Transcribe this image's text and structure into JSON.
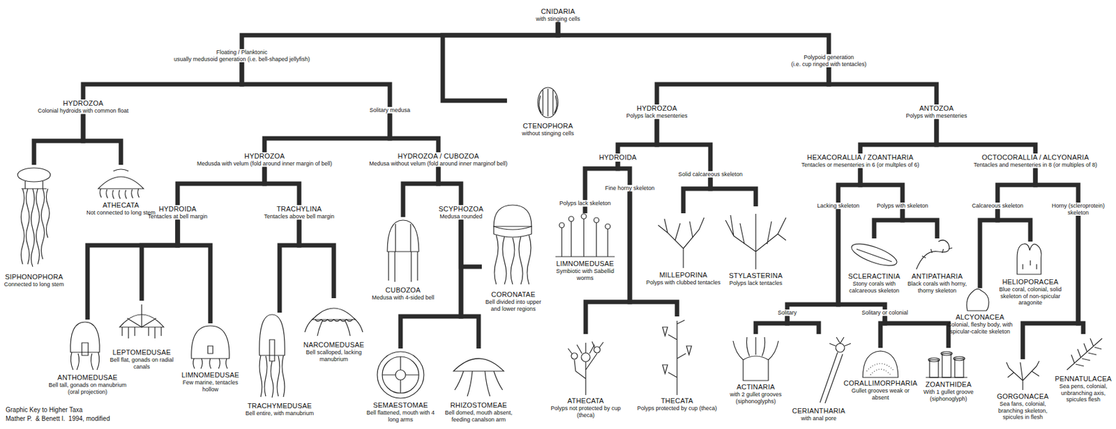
{
  "diagram": {
    "nodes": [
      {
        "text": [
          "CNIDARIA",
          "with stinging cells"
        ]
      },
      {
        "text": [
          "Floating / Planktonic",
          "usually medusoid generation (i.e. bell-shaped jellyfish)"
        ]
      },
      {
        "text": [
          "CTENOPHORA",
          "without stinging cells"
        ]
      },
      {
        "text": [
          "Polypoid generation",
          "(i.e. cup ringed with tentacles)"
        ]
      },
      {
        "text": [
          "HYDROZOA",
          "Colonial hydroids with common float"
        ]
      },
      {
        "text": [
          "Solitary medusa"
        ]
      },
      {
        "text": [
          "SIPHONOPHORA",
          "Connected to long stem"
        ]
      },
      {
        "text": [
          "ATHECATA",
          "Not connected to long stem"
        ]
      },
      {
        "text": [
          "HYDROZOA",
          "Medusda with velum (fold around inner margin of bell)"
        ]
      },
      {
        "text": [
          "HYDROZOA / CUBOZOA",
          "Medusa without velum (fold around inner marginof bell)"
        ]
      },
      {
        "text": [
          "HYDROIDA",
          "Tentacles at bell margin"
        ]
      },
      {
        "text": [
          "TRACHYLINA",
          "Tentacles above bell margin"
        ]
      },
      {
        "text": [
          "CUBOZOA",
          "Medusa with 4-sided bell"
        ]
      },
      {
        "text": [
          "SCYPHOZOA",
          "Medusa rounded"
        ]
      },
      {
        "text": [
          "CORONATAE",
          "Bell divided into upper and lower regions"
        ]
      },
      {
        "text": [
          "ANTHOMEDUSAE",
          "Bell tall, gonads on manubrium (oral projection)"
        ]
      },
      {
        "text": [
          "LEPTOMEDUSAE",
          "Bell flat, gonads on radial canals"
        ]
      },
      {
        "text": [
          "LIMNOMEDUSAE",
          "Few marine, tentacles hollow"
        ]
      },
      {
        "text": [
          "TRACHYMEDUSAE",
          "Bell entire, with manubrium"
        ]
      },
      {
        "text": [
          "NARCOMEDUSAE",
          "Bell scalloped, lacking manubrium"
        ]
      },
      {
        "text": [
          "SEMAESTOMAE",
          "Bell flattened, mouth with 4 long arms"
        ]
      },
      {
        "text": [
          "RHIZOSTOMEAE",
          "Bell domed, mouth absent, feeding canalson arm"
        ]
      },
      {
        "text": [
          "HYDROZOA",
          "Polyps lack mesenteries"
        ]
      },
      {
        "text": [
          "ANTOZOA",
          "Polyps with mesenteries"
        ]
      },
      {
        "text": [
          "HYDROIDA"
        ]
      },
      {
        "text": [
          "Solid calcareous skeleton"
        ]
      },
      {
        "text": [
          "Fine horny skeleton"
        ]
      },
      {
        "text": [
          "Polyps lack skeleton"
        ]
      },
      {
        "text": [
          "LIMNOMEDUSAE",
          "Symbiotic with Sabellid worms"
        ]
      },
      {
        "text": [
          "MILLEPORINA",
          "Polyps with clubbed tentacles"
        ]
      },
      {
        "text": [
          "STYLASTERINA",
          "Polyps lack tentacles"
        ]
      },
      {
        "text": [
          "ATHECATA",
          "Polyps not protected by cup (theca)"
        ]
      },
      {
        "text": [
          "THECATA",
          "Polyps protected by cup (theca)"
        ]
      },
      {
        "text": [
          "HEXACORALLIA / ZOANTHARIA",
          "Tentacles or mesenteries in 6 (or multples of 6)"
        ]
      },
      {
        "text": [
          "OCTOCORALLIA / ALCYONARIA",
          "Tentacles and mesenteries in 8 (or multiples of 8)"
        ]
      },
      {
        "text": [
          "Lacking skeleton"
        ]
      },
      {
        "text": [
          "Polyps with skeleton"
        ]
      },
      {
        "text": [
          "SCLERACTINIA",
          "Stony corals with calcareous skeleton"
        ]
      },
      {
        "text": [
          "ANTIPATHARIA",
          "Black corals with horny, thorny skeleton"
        ]
      },
      {
        "text": [
          "Solitary"
        ]
      },
      {
        "text": [
          "Solitary or colonial"
        ]
      },
      {
        "text": [
          "ACTINARIA",
          "with 2 gullet grooves (siphonoglyphs)"
        ]
      },
      {
        "text": [
          "CERIANTHARIA",
          "with anal pore"
        ]
      },
      {
        "text": [
          "CORALLIMORPHARIA",
          "Gullet grooves weak or absent"
        ]
      },
      {
        "text": [
          "ZOANTHIDEA",
          "With 1 gullet groove (siphonoglyph)"
        ]
      },
      {
        "text": [
          "Calcareous skeleton"
        ]
      },
      {
        "text": [
          "Horny (scleroprotein) skeleton"
        ]
      },
      {
        "text": [
          "HELIOPORACEA",
          "Blue coral, colonial, solid skeleton of non-spicular aragonite"
        ]
      },
      {
        "text": [
          "ALCYONACEA",
          "Colonial, fleshy body, with spicular-calcite skeleton"
        ]
      },
      {
        "text": [
          "GORGONACEA",
          "Sea fans, colonial, branching skeleton, spicules in flesh"
        ]
      },
      {
        "text": [
          "PENNATULACEA",
          "Sea pens, colonial, unbranching axis, spicules flesh"
        ]
      }
    ],
    "edges": [
      {
        "from": 0,
        "to": 1,
        "arrow": "none"
      },
      {
        "from": 0,
        "to": 2,
        "arrow": "none"
      },
      {
        "from": 0,
        "to": 3,
        "arrow": "none"
      },
      {
        "from": 1,
        "to": 4,
        "arrow": "none"
      },
      {
        "from": 1,
        "to": 5,
        "arrow": "none"
      },
      {
        "from": 4,
        "to": 6,
        "arrow": "none"
      },
      {
        "from": 4,
        "to": 7,
        "arrow": "none"
      },
      {
        "from": 5,
        "to": 8,
        "arrow": "none"
      },
      {
        "from": 5,
        "to": 9,
        "arrow": "none"
      },
      {
        "from": 8,
        "to": 10,
        "arrow": "none"
      },
      {
        "from": 8,
        "to": 11,
        "arrow": "none"
      },
      {
        "from": 9,
        "to": 12,
        "arrow": "none"
      },
      {
        "from": 9,
        "to": 13,
        "arrow": "none"
      },
      {
        "from": 13,
        "to": 14,
        "arrow": "none"
      },
      {
        "from": 13,
        "to": 20,
        "arrow": "none"
      },
      {
        "from": 13,
        "to": 21,
        "arrow": "none"
      },
      {
        "from": 10,
        "to": 15,
        "arrow": "none"
      },
      {
        "from": 10,
        "to": 16,
        "arrow": "none"
      },
      {
        "from": 10,
        "to": 17,
        "arrow": "none"
      },
      {
        "from": 11,
        "to": 18,
        "arrow": "none"
      },
      {
        "from": 11,
        "to": 19,
        "arrow": "none"
      },
      {
        "from": 3,
        "to": 22,
        "arrow": "none"
      },
      {
        "from": 3,
        "to": 23,
        "arrow": "none"
      },
      {
        "from": 22,
        "to": 24,
        "arrow": "none"
      },
      {
        "from": 22,
        "to": 25,
        "arrow": "none"
      },
      {
        "from": 24,
        "to": 27,
        "arrow": "none"
      },
      {
        "from": 24,
        "to": 26,
        "arrow": "none"
      },
      {
        "from": 27,
        "to": 28,
        "arrow": "none"
      },
      {
        "from": 26,
        "to": 31,
        "arrow": "none"
      },
      {
        "from": 26,
        "to": 32,
        "arrow": "none"
      },
      {
        "from": 25,
        "to": 29,
        "arrow": "none"
      },
      {
        "from": 25,
        "to": 30,
        "arrow": "none"
      },
      {
        "from": 23,
        "to": 33,
        "arrow": "none"
      },
      {
        "from": 23,
        "to": 34,
        "arrow": "none"
      },
      {
        "from": 33,
        "to": 35,
        "arrow": "none"
      },
      {
        "from": 33,
        "to": 36,
        "arrow": "none"
      },
      {
        "from": 36,
        "to": 37,
        "arrow": "none"
      },
      {
        "from": 36,
        "to": 38,
        "arrow": "none"
      },
      {
        "from": 35,
        "to": 39,
        "arrow": "none"
      },
      {
        "from": 35,
        "to": 40,
        "arrow": "none"
      },
      {
        "from": 39,
        "to": 41,
        "arrow": "none"
      },
      {
        "from": 39,
        "to": 42,
        "arrow": "none"
      },
      {
        "from": 40,
        "to": 43,
        "arrow": "none"
      },
      {
        "from": 40,
        "to": 44,
        "arrow": "none"
      },
      {
        "from": 34,
        "to": 45,
        "arrow": "none"
      },
      {
        "from": 34,
        "to": 46,
        "arrow": "none"
      },
      {
        "from": 45,
        "to": 47,
        "arrow": "none"
      },
      {
        "from": 45,
        "to": 48,
        "arrow": "none"
      },
      {
        "from": 46,
        "to": 49,
        "arrow": "none"
      },
      {
        "from": 46,
        "to": 50,
        "arrow": "none"
      }
    ],
    "labels": [
      "Graphic Key to Higher Taxa",
      "Mather P.  & Benett I.  1994, modified"
    ]
  }
}
